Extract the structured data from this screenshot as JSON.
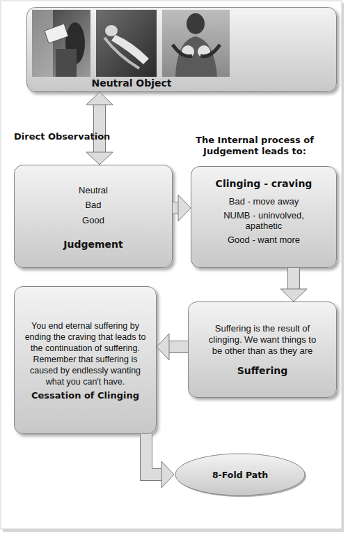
{
  "diagram": {
    "nodes": [
      {
        "text": [
          "Neutral Object"
        ]
      },
      {
        "text": [
          "Neutral",
          "Bad",
          "Good",
          "Judgement"
        ]
      },
      {
        "text": [
          "Clinging - craving",
          "Bad - move away",
          "NUMB - uninvolved, apathetic",
          "Good - want more"
        ]
      },
      {
        "text": [
          "Suffering is the result of clinging. We want things to be other than as they are",
          "Suffering"
        ]
      },
      {
        "text": [
          "You end eternal suffering by ending the craving that leads to the continuation of suffering. Remember that suffering is caused by endlessly wanting what you can't have.",
          "Cessation of Clinging"
        ]
      },
      {
        "text": [
          "8-Fold Path"
        ]
      }
    ],
    "edges": [
      {
        "from": 0,
        "to": 1,
        "arrow": "both",
        "label": "Direct Observation"
      },
      {
        "from": 1,
        "to": 2,
        "arrow": "to"
      },
      {
        "from": 2,
        "to": 3,
        "arrow": "to"
      },
      {
        "from": 3,
        "to": 4,
        "arrow": "to"
      },
      {
        "from": 4,
        "to": 5,
        "arrow": "to"
      }
    ],
    "labels": [
      "The Internal process of Judgement leads to:"
    ]
  }
}
